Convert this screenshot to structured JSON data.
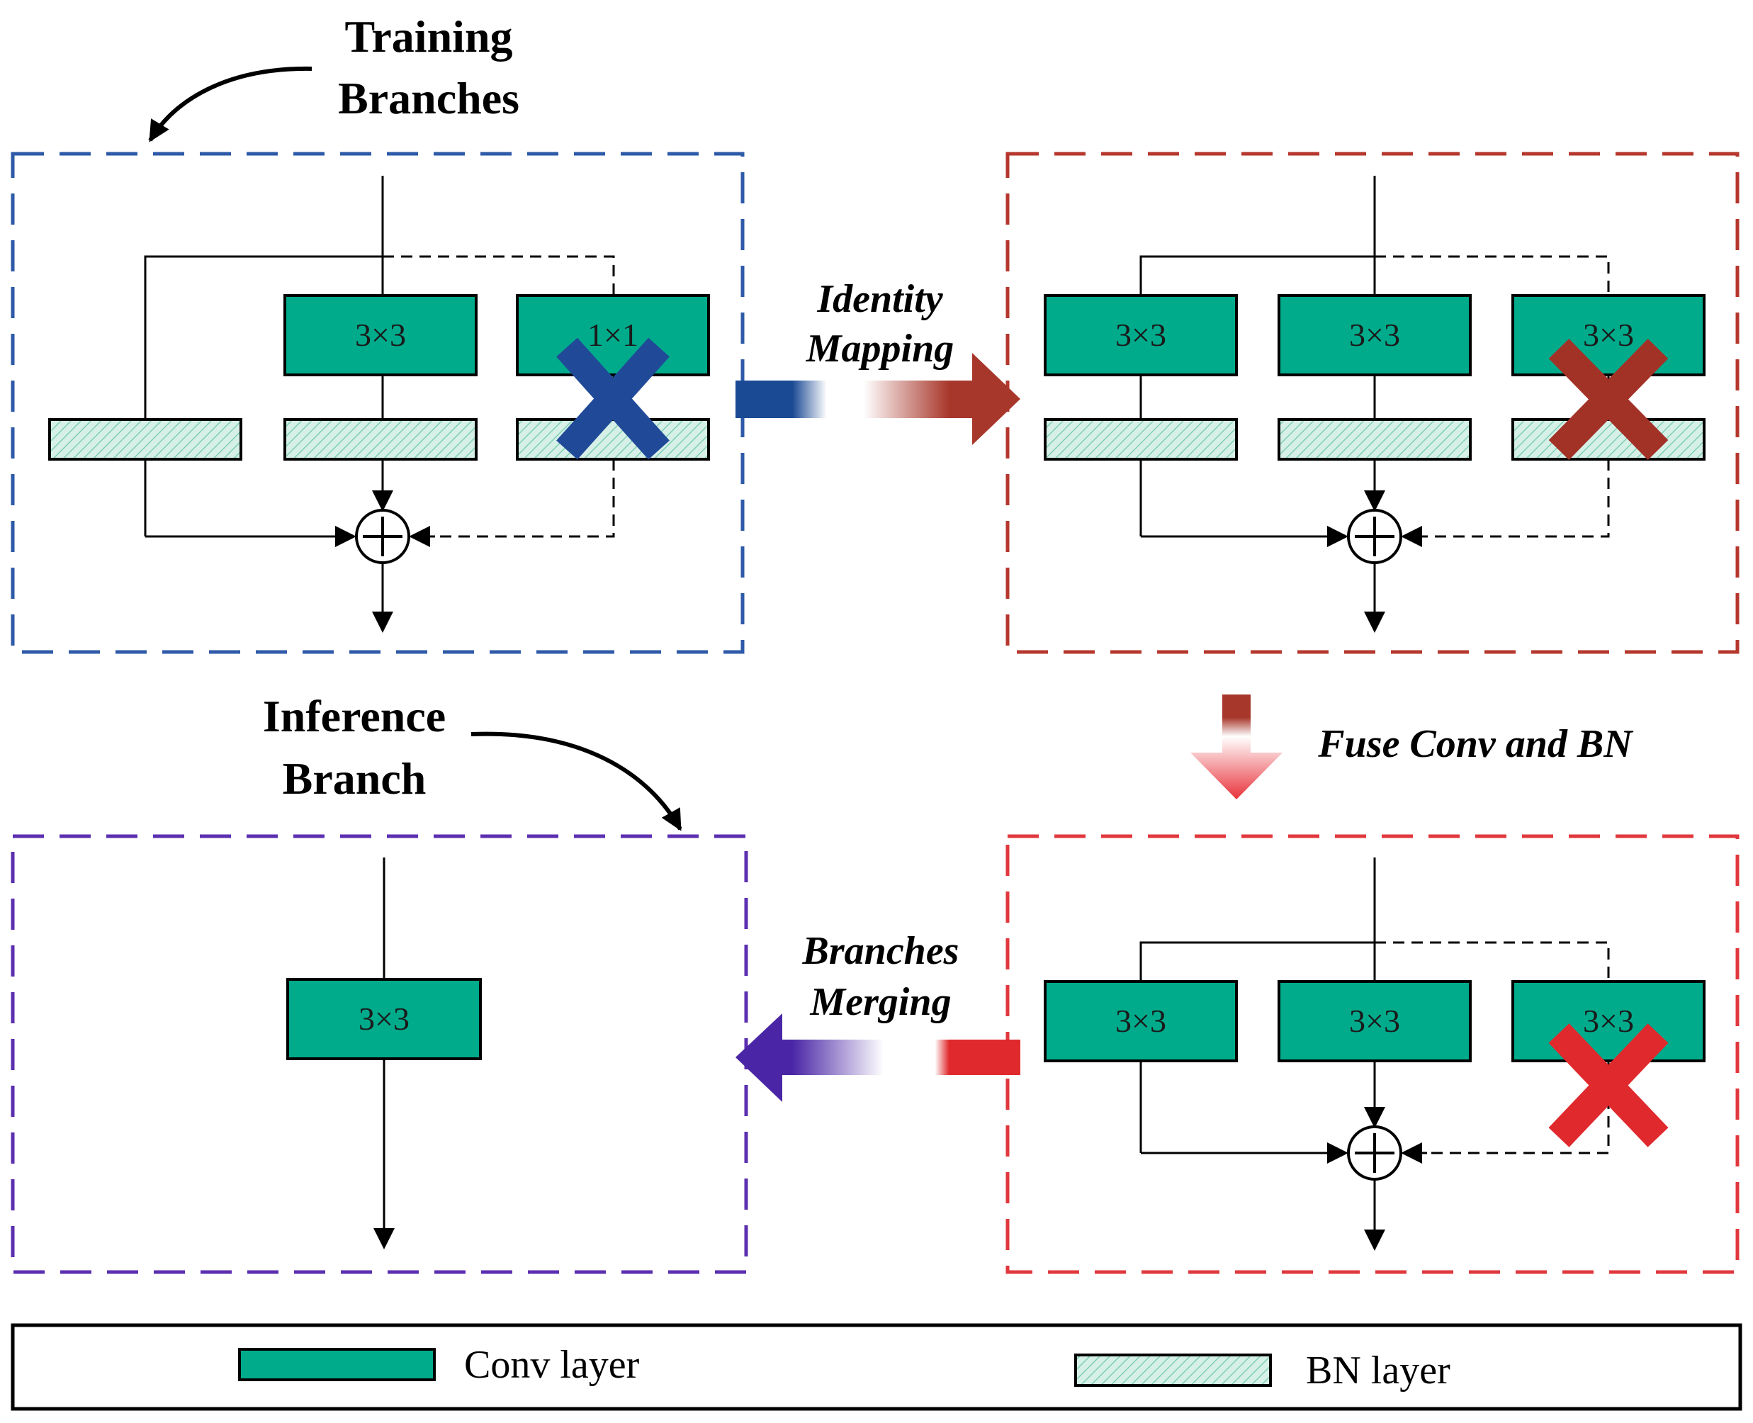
{
  "titles": {
    "training": [
      "Training",
      "Branches"
    ],
    "inference": [
      "Inference",
      "Branch"
    ]
  },
  "operations": {
    "identity_mapping": [
      "Identity",
      "Mapping"
    ],
    "fuse": "Fuse Conv and BN",
    "merging": [
      "Branches",
      "Merging"
    ]
  },
  "blocks": {
    "training": {
      "conv_labels": [
        "3×3",
        "1×1"
      ]
    },
    "identity": {
      "conv_labels": [
        "3×3",
        "3×3",
        "3×3"
      ]
    },
    "fused": {
      "conv_labels": [
        "3×3",
        "3×3",
        "3×3"
      ]
    },
    "inference": {
      "conv_labels": [
        "3×3"
      ]
    }
  },
  "legend": {
    "conv": "Conv layer",
    "bn": "BN layer"
  },
  "colors": {
    "conv_fill": "#00ab8c",
    "bn_fill": "#d6f0e8",
    "training_border": "#2e5aa8",
    "identity_border": "#b5372d",
    "fused_border": "#e0383d",
    "inference_border": "#5b2fb0",
    "blue_cross": "#204a98",
    "brown_cross": "#a23226",
    "red_cross": "#e0292d"
  }
}
